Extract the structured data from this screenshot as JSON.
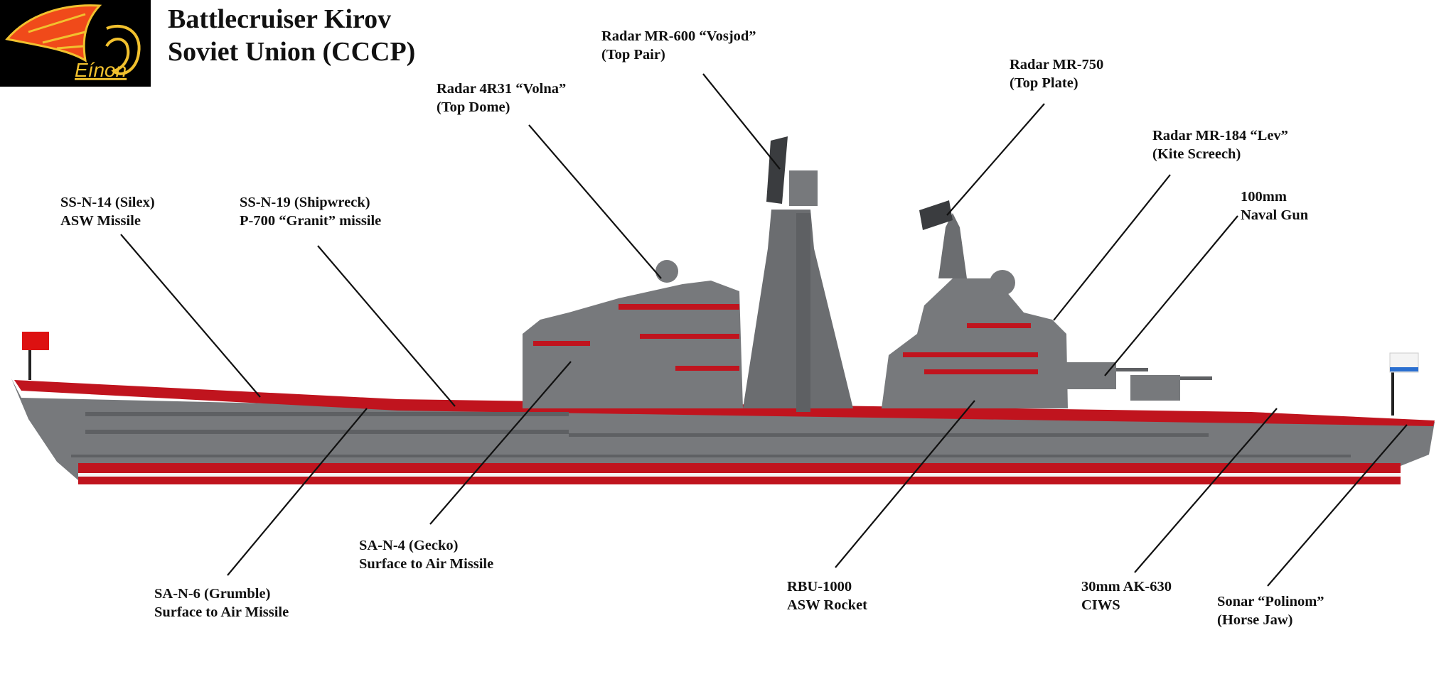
{
  "logo": {
    "text": "Eínon",
    "colors": {
      "wing": "#f04a1a",
      "outline": "#f2c12e",
      "background": "#000000"
    }
  },
  "title": {
    "line1": "Battlecruiser Kirov",
    "line2": "Soviet Union (CCCP)"
  },
  "labels": [
    {
      "id": "mr600",
      "line1": "Radar MR-600 “Vosjod”",
      "line2": "(Top Pair)"
    },
    {
      "id": "volna",
      "line1": "Radar 4R31 “Volna”",
      "line2": "(Top Dome)"
    },
    {
      "id": "mr750",
      "line1": "Radar MR-750",
      "line2": "(Top Plate)"
    },
    {
      "id": "mr184",
      "line1": "Radar MR-184 “Lev”",
      "line2": "(Kite Screech)"
    },
    {
      "id": "gun100",
      "line1": "100mm",
      "line2": "Naval Gun"
    },
    {
      "id": "ssn14",
      "line1": "SS-N-14 (Silex)",
      "line2": "ASW Missile"
    },
    {
      "id": "ssn19",
      "line1": "SS-N-19 (Shipwreck)",
      "line2": "P-700 “Granit” missile"
    },
    {
      "id": "san4",
      "line1": "SA-N-4 (Gecko)",
      "line2": "Surface to Air Missile"
    },
    {
      "id": "san6",
      "line1": "SA-N-6 (Grumble)",
      "line2": "Surface to Air Missile"
    },
    {
      "id": "rbu",
      "line1": "RBU-1000",
      "line2": "ASW Rocket"
    },
    {
      "id": "ak630",
      "line1": "30mm AK-630",
      "line2": "CIWS"
    },
    {
      "id": "sonar",
      "line1": "Sonar “Polinom”",
      "line2": "(Horse Jaw)"
    }
  ],
  "colors": {
    "hull": "#77797c",
    "hull_dark": "#5e6063",
    "deck_red": "#c0141e",
    "stripe_white": "#f4f4f4",
    "dish": "#3a3c3f"
  }
}
